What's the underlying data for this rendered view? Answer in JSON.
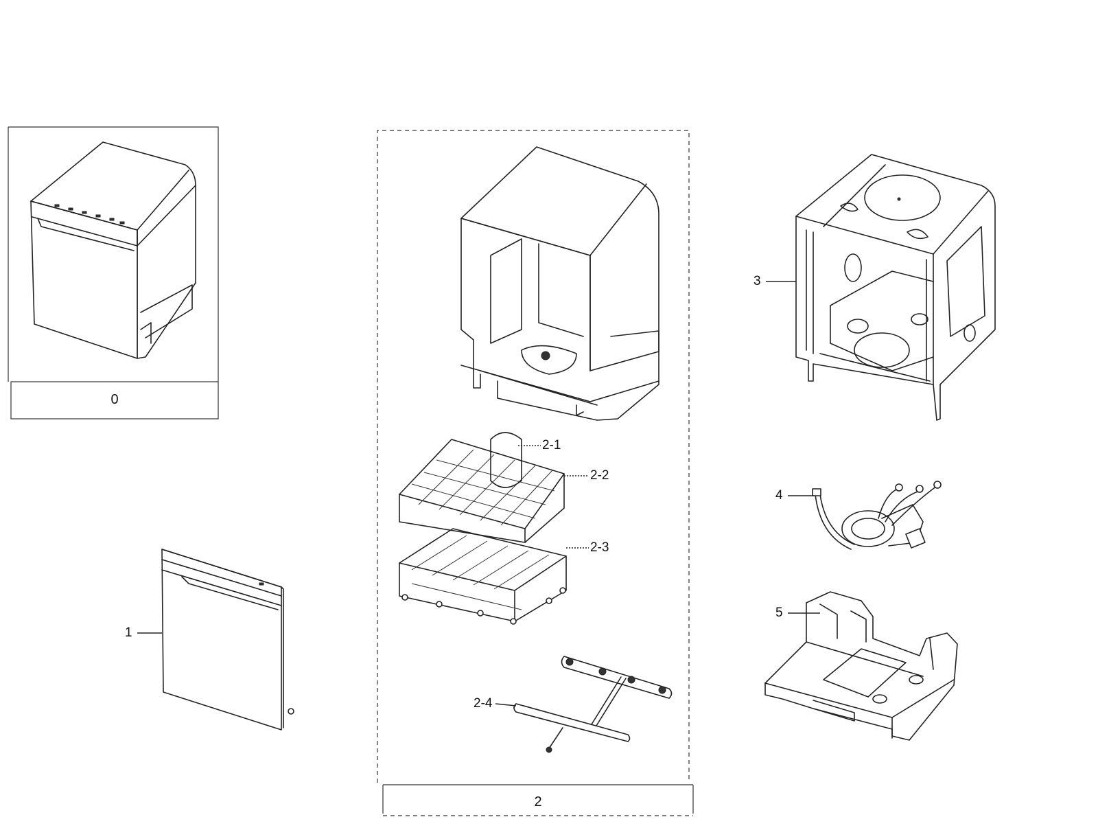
{
  "diagram": {
    "boxes": {
      "assembly_0": "0",
      "assembly_2": "2"
    },
    "parts": [
      {
        "id": "1",
        "label": "1"
      },
      {
        "id": "2-1",
        "label": "2-1"
      },
      {
        "id": "2-2",
        "label": "2-2"
      },
      {
        "id": "2-3",
        "label": "2-3"
      },
      {
        "id": "2-4",
        "label": "2-4"
      },
      {
        "id": "3",
        "label": "3"
      },
      {
        "id": "4",
        "label": "4"
      },
      {
        "id": "5",
        "label": "5"
      }
    ]
  }
}
